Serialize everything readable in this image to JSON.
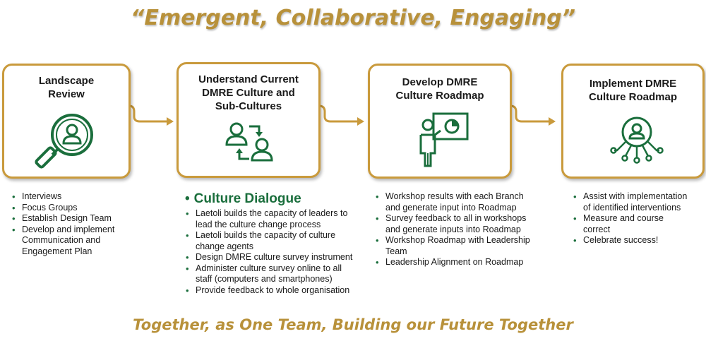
{
  "title": "“Emergent, Collaborative, Engaging”",
  "footer": "Together, as One Team, Building our Future Together",
  "colors": {
    "gold": "#c99a3c",
    "green": "#1a6e3c",
    "title_gold": "#b8913a"
  },
  "steps": [
    {
      "title_lines": [
        "Landscape",
        "Review"
      ],
      "icon": "magnifier-person-icon",
      "bullets": [
        "Interviews",
        "Focus Groups",
        "Establish Design Team",
        "Develop and implement",
        "Communication and",
        "Engagement Plan"
      ]
    },
    {
      "title_lines": [
        "Understand Current",
        "DMRE Culture and",
        "Sub-Cultures"
      ],
      "icon": "people-exchange-icon",
      "heading": "Culture Dialogue",
      "bullets": [
        "Laetoli builds the capacity of leaders to",
        "lead the culture change process",
        "Laetoli builds the capacity of culture",
        "change agents",
        "Design DMRE culture survey instrument",
        "Administer culture survey online to all",
        "staff (computers and smartphones)",
        "Provide feedback to whole organisation"
      ]
    },
    {
      "title_lines": [
        "Develop DMRE",
        "Culture Roadmap"
      ],
      "icon": "presenter-board-icon",
      "bullets": [
        "Workshop results with each Branch",
        "and generate input into Roadmap",
        "Survey feedback to all in workshops",
        "and generate inputs into Roadmap",
        "Workshop Roadmap with Leadership",
        "Team",
        "Leadership Alignment on Roadmap"
      ]
    },
    {
      "title_lines": [
        "Implement DMRE",
        "Culture Roadmap"
      ],
      "icon": "person-network-icon",
      "bullets": [
        "Assist with implementation",
        "of identified interventions",
        "Measure and course",
        "correct",
        "Celebrate success!"
      ]
    }
  ]
}
